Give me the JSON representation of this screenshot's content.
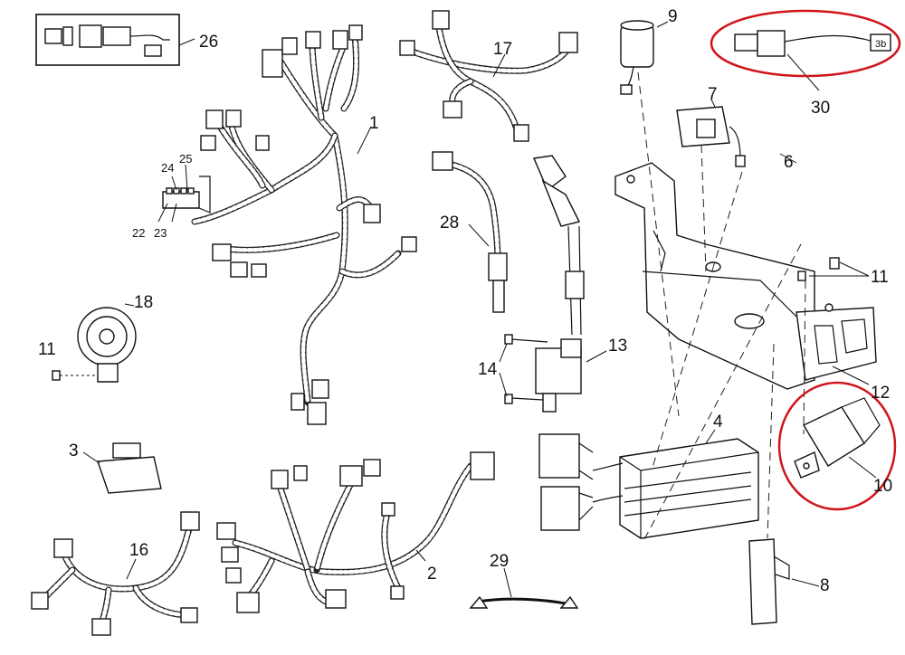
{
  "callouts": {
    "p1": "1",
    "p2": "2",
    "p3": "3",
    "p4": "4",
    "p6": "6",
    "p7": "7",
    "p8": "8",
    "p9": "9",
    "p10": "10",
    "p11a": "11",
    "p11b": "11",
    "p12": "12",
    "p13": "13",
    "p14": "14",
    "p16": "16",
    "p17": "17",
    "p18": "18",
    "p22": "22",
    "p23": "23",
    "p24": "24",
    "p25": "25",
    "p26": "26",
    "p28": "28",
    "p29": "29",
    "p30": "30"
  },
  "connector_30_label": "3b",
  "highlight_color": "#d0141b"
}
